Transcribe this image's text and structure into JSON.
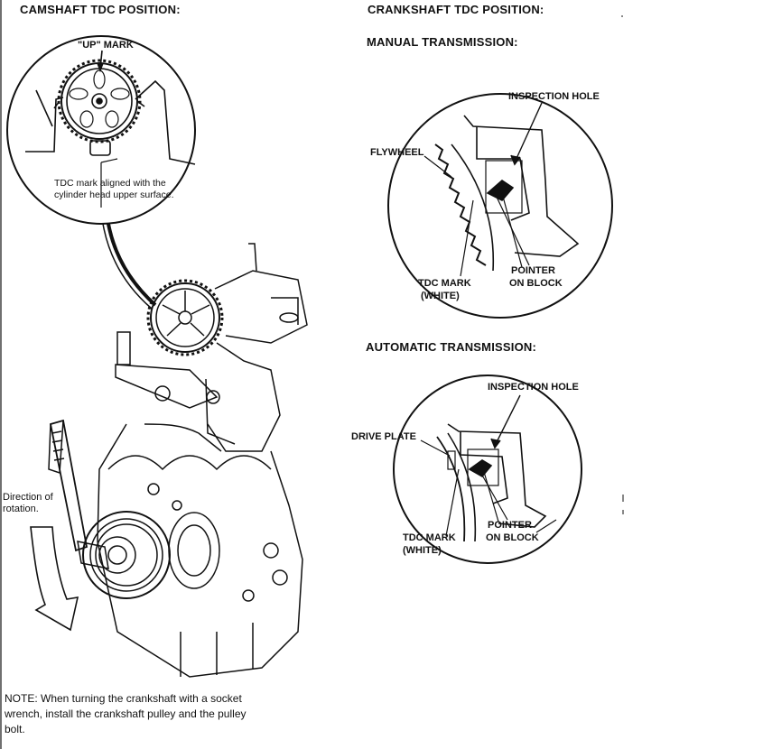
{
  "camshaft": {
    "title": "CAMSHAFT  TDC POSITION:",
    "up_mark": "\"UP\" MARK",
    "caption": "TDC mark aligned with the cylinder head upper surface."
  },
  "crankshaft": {
    "title": "CRANKSHAFT TDC POSITION:",
    "manual": {
      "title": "MANUAL TRANSMISSION:",
      "inspection_hole": "INSPECTION HOLE",
      "flywheel": "FLYWHEEL",
      "tdc_mark_line1": "TDC MARK",
      "tdc_mark_line2": "(WHITE)",
      "pointer_line1": "POINTER",
      "pointer_line2": "ON BLOCK"
    },
    "automatic": {
      "title": "AUTOMATIC TRANSMISSION:",
      "inspection_hole": "INSPECTION HOLE",
      "drive_plate": "DRIVE PLATE",
      "tdc_mark_line1": "TDC MARK",
      "tdc_mark_line2": "(WHITE)",
      "pointer_line1": "POINTER",
      "pointer_line2": "ON BLOCK"
    }
  },
  "rotation": {
    "line1": "Direction of",
    "line2": "rotation."
  },
  "note": {
    "line1": "NOTE:  When turning the crankshaft with a socket",
    "line2": "wrench, install the crankshaft pulley and the pulley",
    "line3": "bolt."
  }
}
